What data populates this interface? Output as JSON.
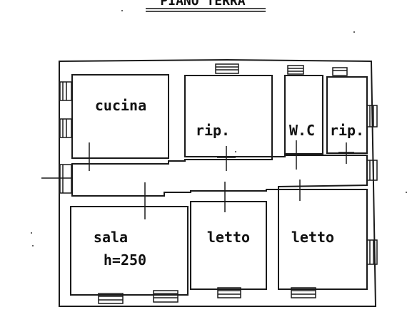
{
  "title": "PIANO TERRA",
  "rooms": {
    "kitchen": "cucina",
    "storage_1": "rip.",
    "wc": "W.C",
    "storage_2": "rip.",
    "living": "sala",
    "living_height": "h=250",
    "bedroom_1": "letto",
    "bedroom_2": "letto"
  },
  "colors": {
    "ink": "#1a1a1a",
    "paper": "#ffffff",
    "wall_fill": "#ffffff"
  }
}
